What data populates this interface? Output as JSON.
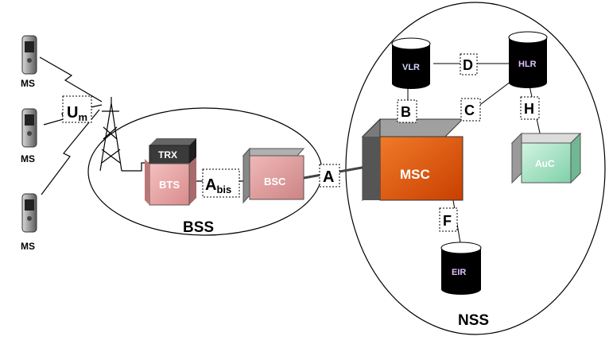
{
  "mobile_stations": [
    {
      "label": "MS"
    },
    {
      "label": "MS"
    },
    {
      "label": "MS"
    }
  ],
  "interfaces": {
    "um": {
      "main": "U",
      "sub": "m"
    },
    "abis": {
      "main": "A",
      "sub": "bis"
    },
    "a": "A",
    "b": "B",
    "c": "C",
    "d": "D",
    "f": "F",
    "h": "H"
  },
  "bss": {
    "label": "BSS",
    "trx": "TRX",
    "bts": "BTS",
    "bsc": "BSC"
  },
  "nss": {
    "label": "NSS",
    "msc": "MSC",
    "vlr": "VLR",
    "hlr": "HLR",
    "auc": "AuC",
    "eir": "EIR"
  },
  "colors": {
    "bts_fill": "#e8a0a0",
    "bsc_fill": "#d99a9a",
    "msc_fill": "#e0560c",
    "auc_fill": "#a8e4c8",
    "trx_fill": "#3a3a3a",
    "db_fill": "#000000"
  }
}
